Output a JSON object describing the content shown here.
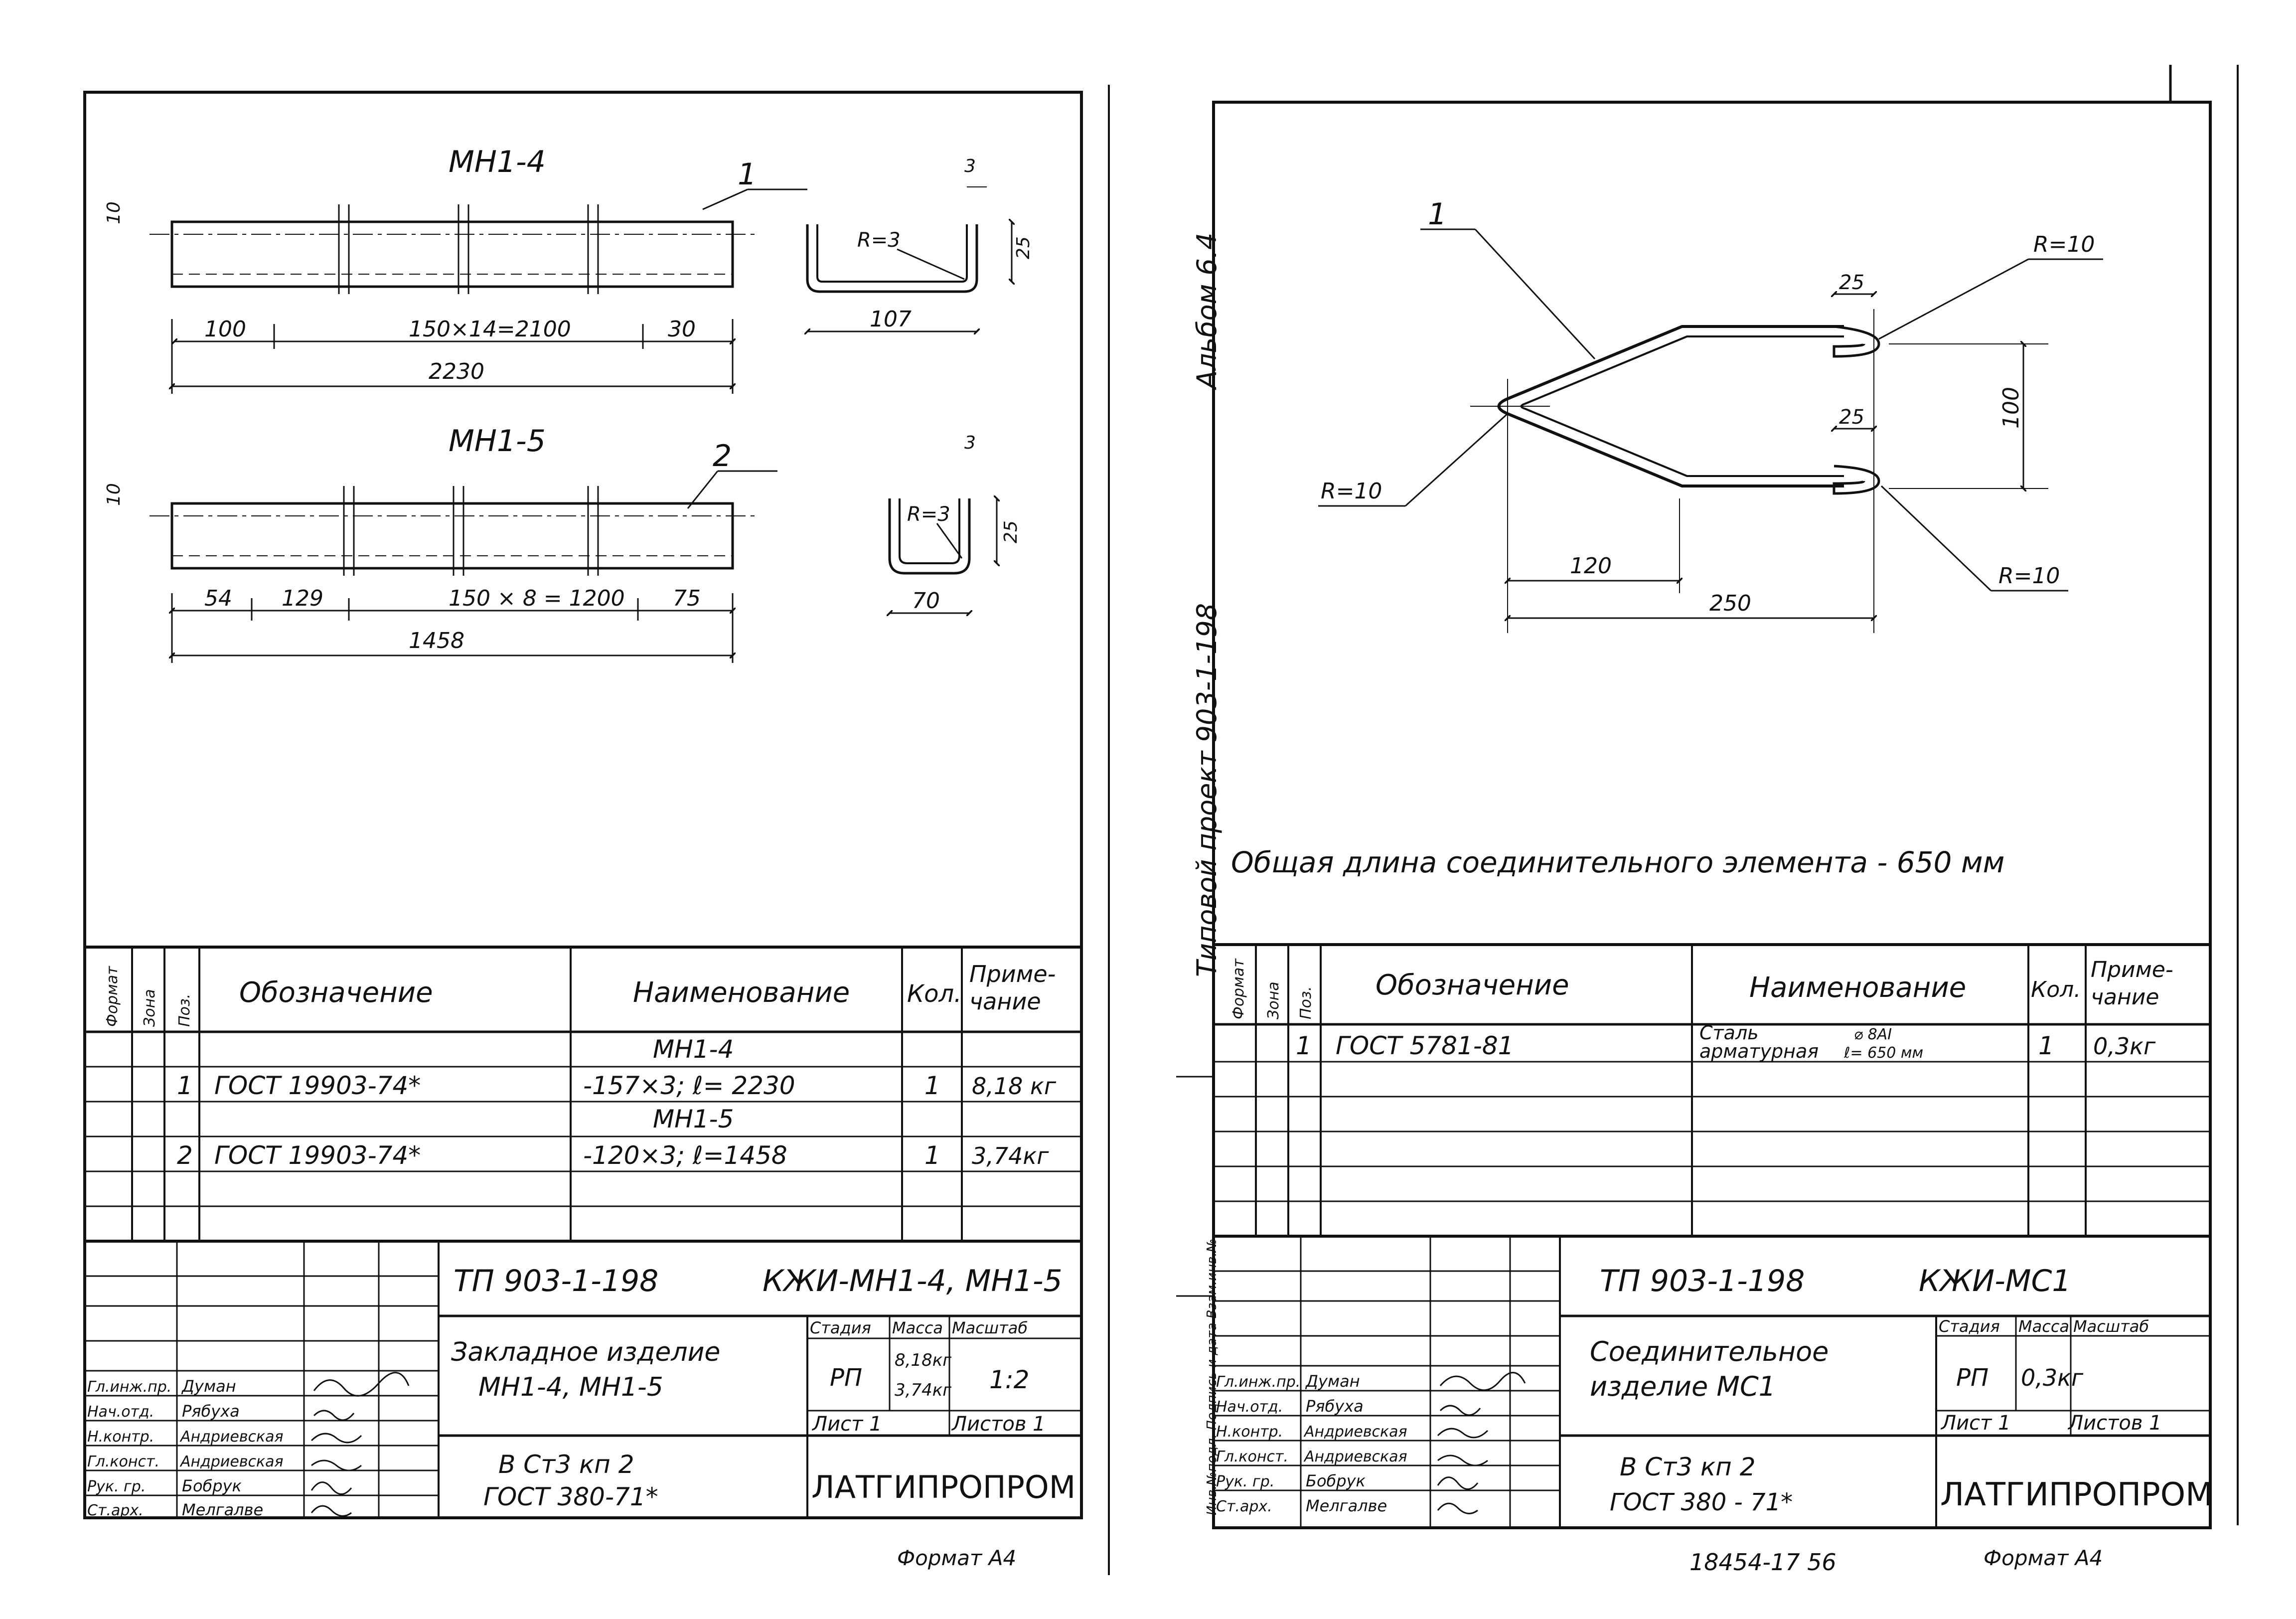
{
  "album_label": "Альбом 6.4",
  "side_label": "Типовой проект 903-1-198",
  "side_stamp": "Инв.№подл.  Подпись и дата  Взам.инв.№",
  "left": {
    "drawing1": {
      "title": "МН1-4",
      "pos": "1",
      "dims": {
        "d10": "10",
        "d100": "100",
        "d_mid": "150×14=2100",
        "d30": "30",
        "d_total": "2230",
        "d3": "3",
        "d25": "25",
        "d107": "107",
        "r": "R=3"
      }
    },
    "drawing2": {
      "title": "МН1-5",
      "pos": "2",
      "dims": {
        "d10": "10",
        "d54": "54",
        "d129": "129",
        "d_mid": "150 × 8 = 1200",
        "d75": "75",
        "d_total": "1458",
        "d3": "3",
        "d25": "25",
        "d70": "70",
        "r": "R=3"
      }
    },
    "spec": {
      "headers": {
        "format": "Формат",
        "zone": "Зона",
        "pos": "Поз.",
        "designation": "Обозначение",
        "name": "Наименование",
        "qty": "Кол.",
        "note": "Приме-чание"
      },
      "rows": [
        {
          "pos": "",
          "designation": "",
          "name": "МН1-4",
          "qty": "",
          "note": ""
        },
        {
          "pos": "1",
          "designation": "ГОСТ 19903-74*",
          "name": "-157×3;  ℓ= 2230",
          "qty": "1",
          "note": "8,18 кг"
        },
        {
          "pos": "",
          "designation": "",
          "name": "МН1-5",
          "qty": "",
          "note": ""
        },
        {
          "pos": "2",
          "designation": "ГОСТ 19903-74*",
          "name": "-120×3;   ℓ=1458",
          "qty": "1",
          "note": "3,74кг"
        }
      ]
    },
    "title_block": {
      "code": "ТП 903-1-198",
      "mark": "КЖИ-МН1-4, МН1-5",
      "name1": "Закладное изделие",
      "name2": "МН1-4, МН1-5",
      "material1": "В Ст3 кп 2",
      "material2": "ГОСТ 380-71*",
      "stage_h": "Стадия",
      "mass_h": "Масса",
      "scale_h": "Масштаб",
      "stage": "РП",
      "mass1": "8,18кг",
      "mass2": "3,74кг",
      "scale": "1:2",
      "sheet": "Лист 1",
      "sheets": "Листов 1",
      "org": "ЛАТГИПРОПРОМ",
      "format": "Формат А4",
      "people": [
        {
          "role": "Гл.инж.пр.",
          "name": "Думан"
        },
        {
          "role": "Нач.отд.",
          "name": "Рябуха"
        },
        {
          "role": "Н.контр.",
          "name": "Андриевская"
        },
        {
          "role": "Гл.конст.",
          "name": "Андриевская"
        },
        {
          "role": "Рук. гр.",
          "name": "Бобрук"
        },
        {
          "role": "Ст.арх.",
          "name": "Мелгалве"
        }
      ]
    }
  },
  "right": {
    "drawing": {
      "pos": "1",
      "dims": {
        "r_tr": "R=10",
        "r_l": "R=10",
        "r_br": "R=10",
        "d25a": "25",
        "d25b": "25",
        "d100": "100",
        "d120": "120",
        "d250": "250"
      }
    },
    "total_length": "Общая длина   соединительного   элемента - 650 мм",
    "spec": {
      "headers": {
        "format": "Формат",
        "zone": "Зона",
        "pos": "Поз.",
        "designation": "Обозначение",
        "name": "Наименование",
        "qty": "Кол.",
        "note": "Приме-чание"
      },
      "rows": [
        {
          "pos": "1",
          "designation": "ГОСТ 5781-81",
          "name_a": "Сталь",
          "name_b": "арматурная",
          "name_c": "⌀ 8АI",
          "name_d": "ℓ= 650 мм",
          "qty": "1",
          "note": "0,3кг"
        }
      ]
    },
    "title_block": {
      "code": "ТП 903-1-198",
      "mark": "КЖИ-МС1",
      "name1": "Соединительное",
      "name2": "изделие МС1",
      "material1": "В Ст3 кп 2",
      "material2": "ГОСТ 380 - 71*",
      "stage_h": "Стадия",
      "mass_h": "Масса",
      "scale_h": "Масштаб",
      "stage": "РП",
      "mass": "0,3кг",
      "sheet": "Лист 1",
      "sheets": "Листов 1",
      "org": "ЛАТГИПРОПРОМ",
      "format": "Формат А4",
      "number": "18454-17   56",
      "people": [
        {
          "role": "Гл.инж.пр.",
          "name": "Думан"
        },
        {
          "role": "Нач.отд.",
          "name": "Рябуха"
        },
        {
          "role": "Н.контр.",
          "name": "Андриевская"
        },
        {
          "role": "Гл.конст.",
          "name": "Андриевская"
        },
        {
          "role": "Рук. гр.",
          "name": "Бобрук"
        },
        {
          "role": "Ст.арх.",
          "name": "Мелгалве"
        }
      ]
    }
  }
}
